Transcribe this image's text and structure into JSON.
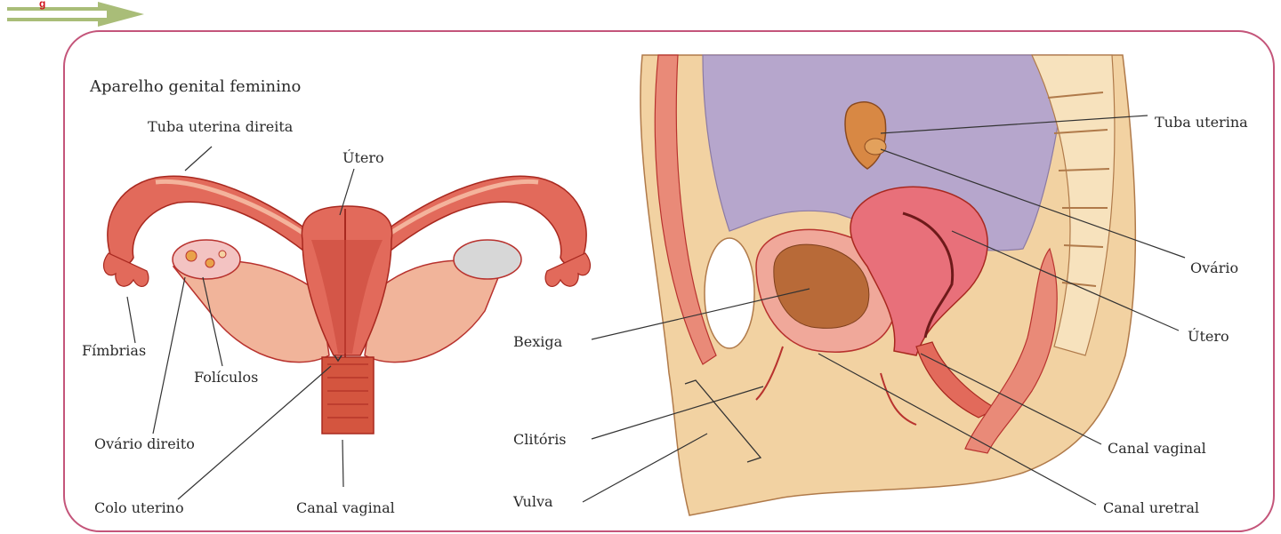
{
  "corner_fragment": "g",
  "title": "Aparelho genital feminino",
  "left_labels": {
    "tuba_direita": "Tuba uterina direita",
    "utero": "Útero",
    "fimbrias": "Fímbrias",
    "foliculos": "Folículos",
    "ovario_direito": "Ovário direito",
    "colo_uterino": "Colo uterino",
    "canal_vaginal": "Canal vaginal"
  },
  "right_labels": {
    "tuba_uterina": "Tuba uterina",
    "ovario": "Ovário",
    "utero": "Útero",
    "bexiga": "Bexiga",
    "clitoris": "Clitóris",
    "vulva": "Vulva",
    "canal_vaginal": "Canal vaginal",
    "canal_uretral": "Canal uretral"
  },
  "colors": {
    "frame": "#c4557a",
    "arrow": "#a9bd78",
    "tissue_pink": "#e26a5b",
    "tissue_dark": "#b8322e",
    "skin": "#f2d2a2",
    "cavity_purple": "#b6a6cc",
    "bladder_brown": "#b86a38"
  }
}
